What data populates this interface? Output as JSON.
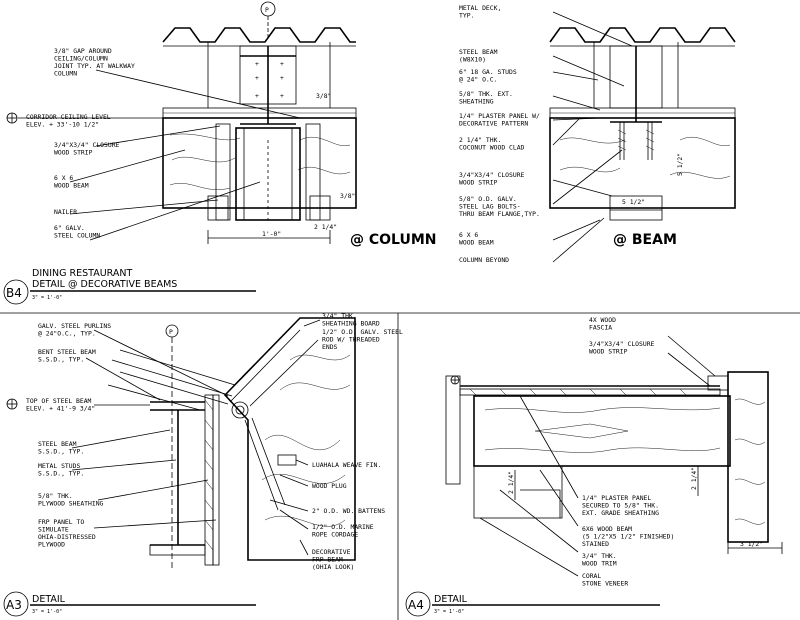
{
  "sheet": {
    "b4": {
      "tag": "B4",
      "title_line1": "DINING RESTAURANT",
      "title_line2": "DETAIL @ DECORATIVE BEAMS",
      "scale": "3\" = 1'-0\"",
      "col_heading": "@ COLUMN",
      "beam_heading": "@ BEAM",
      "grid_bubble": "P",
      "labels": {
        "gap": [
          "3/8\" GAP AROUND",
          "CEILING/COLUMN",
          "JOINT TYP. AT WALKWAY",
          "COLUMN"
        ],
        "corridor": [
          "CORRIDOR CEILING LEVEL",
          "ELEV. + 33'-10 1/2\""
        ],
        "closure": [
          "3/4\"X3/4\" CLOSURE",
          "WOOD STRIP"
        ],
        "wood_beam": [
          "6 X 6",
          "WOOD BEAM"
        ],
        "nailer": [
          "NAILER"
        ],
        "steel_column": [
          "6\" GALV.",
          "STEEL COLUMN"
        ],
        "metal_deck": [
          "METAL DECK,",
          "TYP."
        ],
        "steel_beam": [
          "STEEL BEAM",
          "(W8X10)"
        ],
        "studs": [
          "6\" 18 GA. STUDS",
          "@ 24\" O.C."
        ],
        "sheathing": [
          "5/8\" THK. EXT.",
          "SHEATHING"
        ],
        "plaster": [
          "1/4\" PLASTER PANEL W/",
          "DECORATIVE PATTERN"
        ],
        "coconut": [
          "2 1/4\" THK.",
          "COCONUT WOOD CLAD"
        ],
        "closure_r": [
          "3/4\"X3/4\" CLOSURE",
          "WOOD STRIP"
        ],
        "lag": [
          "5/8\" O.D. GALV.",
          "STEEL LAG BOLTS-",
          "THRU BEAM FLANGE,TYP."
        ],
        "wood_beam_r": [
          "6 X 6",
          "WOOD BEAM"
        ],
        "col_beyond": [
          "COLUMN BEYOND"
        ]
      },
      "dims": {
        "d38": "3/8\"",
        "d38b": "3/8\"",
        "d214": "2 1/4\"",
        "d1_0": "1'-0\"",
        "d512": "5 1/2\"",
        "d512v": "5 1/2\""
      }
    },
    "a3": {
      "tag": "A3",
      "title": "DETAIL",
      "scale": "3\" = 1'-0\"",
      "grid_bubble": "P",
      "labels": {
        "purlins": [
          "GALV. STEEL PURLINS",
          "@ 24\"O.C., TYP."
        ],
        "bent": [
          "BENT STEEL BEAM",
          "S.S.D., TYP."
        ],
        "top": [
          "TOP OF STEEL BEAM",
          "ELEV. + 41'-9 3/4\""
        ],
        "beam": [
          "STEEL BEAM",
          "S.S.D., TYP."
        ],
        "studs": [
          "METAL STUDS",
          "S.S.D., TYP."
        ],
        "ply": [
          "5/8\" THK.",
          "PLYWOOD SHEATHING"
        ],
        "frp": [
          "FRP PANEL TO",
          "SIMULATE",
          "OHIA-DISTRESSED",
          "PLYWOOD"
        ],
        "sheath_board": [
          "3/4\" THK.",
          "SHEATHING BOARD"
        ],
        "rod": [
          "1/2\" O.D. GALV. STEEL",
          "ROD W/ THREADED",
          "ENDS"
        ],
        "weave": [
          "LUAHALA WEAVE FIN."
        ],
        "plug": [
          "WOOD PLUG"
        ],
        "battens": [
          "2\" O.D. WD. BATTENS"
        ],
        "rope": [
          "1/2\" O.D. MARINE",
          "ROPE CORDAGE"
        ],
        "frp_beam": [
          "DECORATIVE",
          "FRP-BEAM",
          "(OHIA LOOK)"
        ]
      }
    },
    "a4": {
      "tag": "A4",
      "title": "DETAIL",
      "scale": "3\" = 1'-0\"",
      "labels": {
        "fascia": [
          "4X WOOD",
          "FASCIA"
        ],
        "closure": [
          "3/4\"X3/4\" CLOSURE",
          "WOOD STRIP"
        ],
        "plaster": [
          "1/4\" PLASTER PANEL",
          "SECURED TO 5/8\" THK.",
          "EXT. GRADE SHEATHING"
        ],
        "beam": [
          "6X6 WOOD BEAM",
          "(5 1/2\"X5 1/2\" FINISHED)",
          "STAINED"
        ],
        "trim": [
          "3/4\" THK.",
          "WOOD TRIM"
        ],
        "coral": [
          "CORAL",
          "STONE VENEER"
        ]
      },
      "dims": {
        "d214a": "2 1/4\"",
        "d214b": "2 1/4\"",
        "d312": "3 1/2\""
      }
    }
  }
}
